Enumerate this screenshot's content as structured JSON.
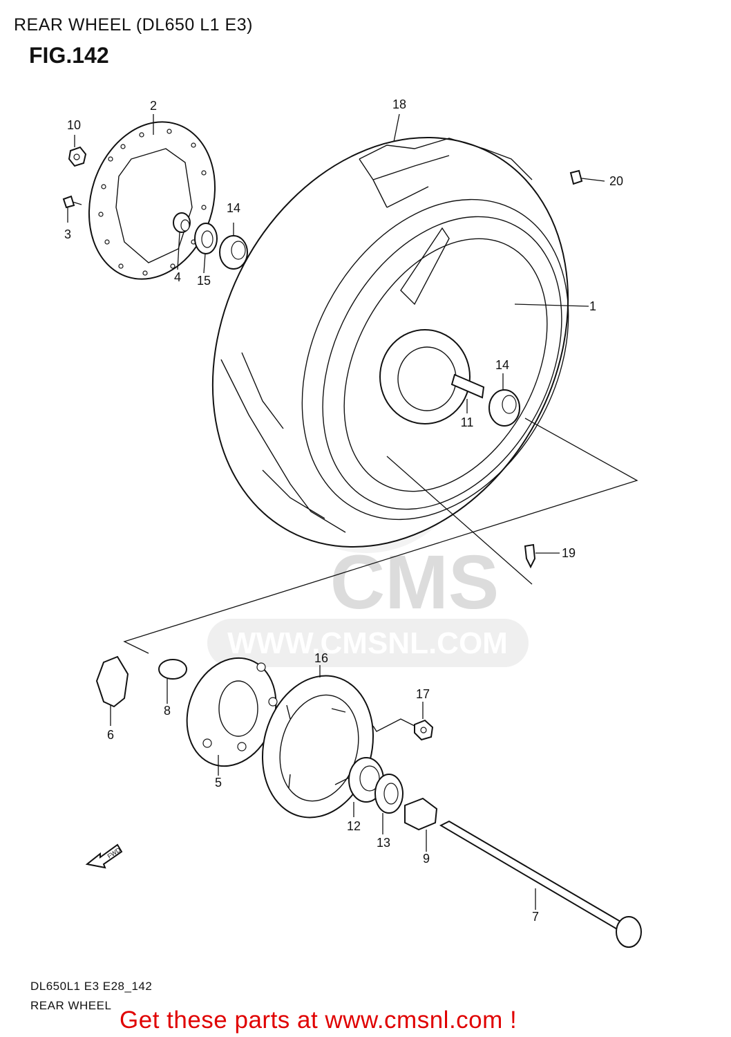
{
  "header": {
    "title": "REAR WHEEL (DL650 L1 E3)",
    "figure": "FIG.142"
  },
  "watermark": {
    "brand": "CMS",
    "url": "WWW.CMSNL.COM"
  },
  "callouts": {
    "c1": "1",
    "c2": "2",
    "c3": "3",
    "c4": "4",
    "c5": "5",
    "c6": "6",
    "c7": "7",
    "c8": "8",
    "c9": "9",
    "c10": "10",
    "c11": "11",
    "c12": "12",
    "c13": "13",
    "c14a": "14",
    "c14b": "14",
    "c15": "15",
    "c16": "16",
    "c17": "17",
    "c18": "18",
    "c19": "19",
    "c20": "20"
  },
  "fwd_arrow": "FWD",
  "footer": {
    "code": "DL650L1 E3 E28_142",
    "name": "REAR WHEEL",
    "cta": "Get these parts at www.cmsnl.com !"
  }
}
